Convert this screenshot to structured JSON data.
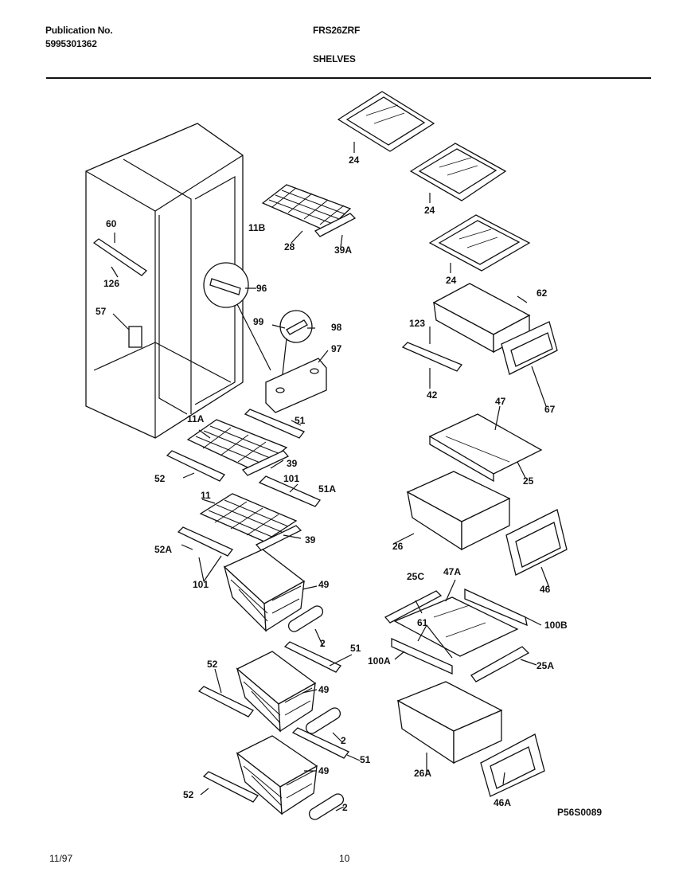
{
  "header": {
    "publication_label": "Publication No.",
    "publication_number": "5995301362",
    "model": "FRS26ZRF",
    "section": "SHELVES"
  },
  "footer": {
    "date": "11/97",
    "page": "10",
    "drawing_code": "P56S0089"
  },
  "part_labels": [
    "24",
    "24",
    "24",
    "11B",
    "28",
    "39A",
    "60",
    "126",
    "96",
    "57",
    "99",
    "98",
    "97",
    "62",
    "123",
    "42",
    "67",
    "47",
    "25",
    "11A",
    "51",
    "39",
    "52",
    "101",
    "51A",
    "11",
    "39",
    "52A",
    "101",
    "49",
    "26",
    "46",
    "25C",
    "47A",
    "2",
    "61",
    "100B",
    "51",
    "100A",
    "25A",
    "52",
    "49",
    "2",
    "51",
    "49",
    "26A",
    "46A",
    "52",
    "2"
  ]
}
